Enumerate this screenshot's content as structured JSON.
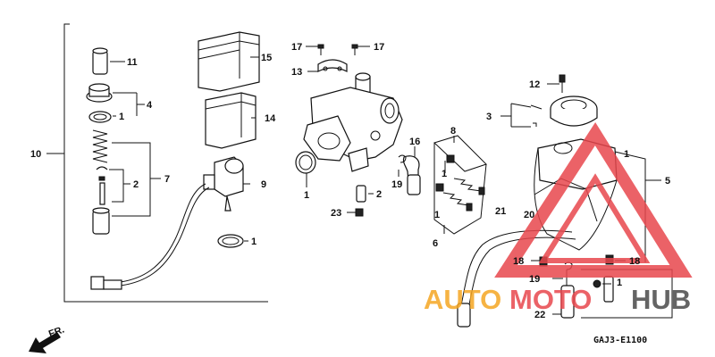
{
  "diagram": {
    "drawing_code": "GAJ3-E1100",
    "direction_label": "FR.",
    "callouts": [
      {
        "id": "c11",
        "label": "11"
      },
      {
        "id": "c4",
        "label": "4"
      },
      {
        "id": "c1a",
        "label": "1"
      },
      {
        "id": "c10",
        "label": "10"
      },
      {
        "id": "c7",
        "label": "7"
      },
      {
        "id": "c2a",
        "label": "2"
      },
      {
        "id": "c15",
        "label": "15"
      },
      {
        "id": "c14",
        "label": "14"
      },
      {
        "id": "c9",
        "label": "9"
      },
      {
        "id": "c1b",
        "label": "1"
      },
      {
        "id": "c17a",
        "label": "17"
      },
      {
        "id": "c17b",
        "label": "17"
      },
      {
        "id": "c13",
        "label": "13"
      },
      {
        "id": "c1c",
        "label": "1"
      },
      {
        "id": "c2b",
        "label": "2"
      },
      {
        "id": "c23",
        "label": "23"
      },
      {
        "id": "c8",
        "label": "8"
      },
      {
        "id": "c16",
        "label": "16"
      },
      {
        "id": "c19a",
        "label": "19"
      },
      {
        "id": "c1d",
        "label": "1"
      },
      {
        "id": "c1e",
        "label": "1"
      },
      {
        "id": "c6",
        "label": "6"
      },
      {
        "id": "c12",
        "label": "12"
      },
      {
        "id": "c3",
        "label": "3"
      },
      {
        "id": "c1f",
        "label": "1"
      },
      {
        "id": "c5",
        "label": "5"
      },
      {
        "id": "c21",
        "label": "21"
      },
      {
        "id": "c20",
        "label": "20"
      },
      {
        "id": "c18a",
        "label": "18"
      },
      {
        "id": "c18b",
        "label": "18"
      },
      {
        "id": "c19b",
        "label": "19"
      },
      {
        "id": "c1g",
        "label": "1"
      },
      {
        "id": "c22",
        "label": "22"
      }
    ]
  },
  "watermark": {
    "word_1": "AUTO",
    "word_2": "MOTO",
    "word_3": "HUB",
    "colors": {
      "orange": "#f5a623",
      "red": "#e8474d",
      "dark": "#4a4a4a"
    }
  }
}
